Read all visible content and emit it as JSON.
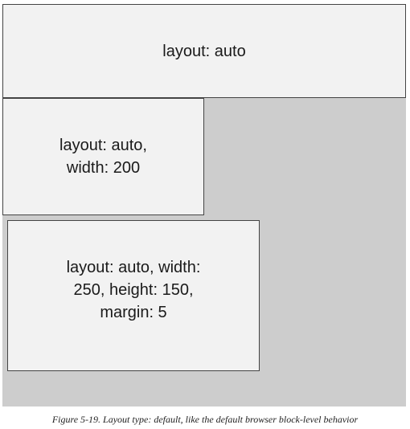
{
  "boxes": [
    {
      "lines": [
        "layout: auto"
      ]
    },
    {
      "lines": [
        "layout: auto,",
        "width: 200"
      ]
    },
    {
      "lines": [
        "layout: auto, width:",
        "250, height: 150,",
        "margin: 5"
      ]
    }
  ],
  "caption": "Figure 5-19. Layout type: default, like the default browser block-level behavior",
  "colors": {
    "container_background": "#cdcdcd",
    "box_background": "#f2f2f2",
    "box_border": "#444444"
  }
}
